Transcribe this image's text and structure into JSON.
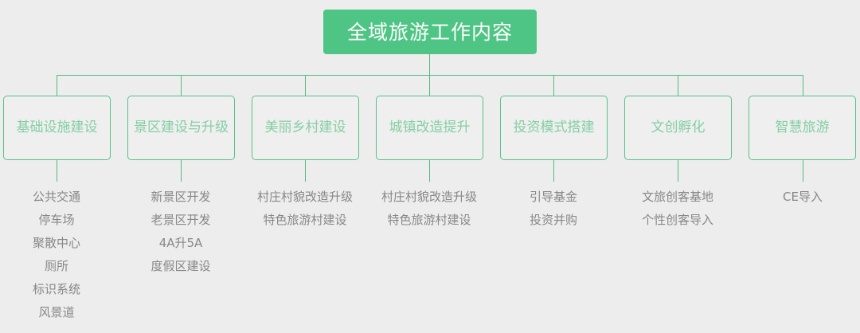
{
  "diagram": {
    "title": "全域旅游工作内容",
    "type": "org-chart",
    "colors": {
      "background": "#ededed",
      "root_fill": "#4ec584",
      "root_text": "#ffffff",
      "node_border": "#56c288",
      "node_fill": "#efefef",
      "node_text": "#84cfa4",
      "connector": "#4fbd80",
      "leaf_text": "#878787"
    },
    "root": {
      "label": "全域旅游工作内容"
    },
    "branches": [
      {
        "label": "基础设施建设",
        "leaves": [
          "公共交通",
          "停车场",
          "聚散中心",
          "厕所",
          "标识系统",
          "风景道"
        ]
      },
      {
        "label": "景区建设与升级",
        "leaves": [
          "新景区开发",
          "老景区开发",
          "4A升5A",
          "度假区建设"
        ]
      },
      {
        "label": "美丽乡村建设",
        "leaves": [
          "村庄村貌改造升级",
          "特色旅游村建设"
        ]
      },
      {
        "label": "城镇改造提升",
        "leaves": [
          "村庄村貌改造升级",
          "特色旅游村建设"
        ]
      },
      {
        "label": "投资模式搭建",
        "leaves": [
          "引导基金",
          "投资并购"
        ]
      },
      {
        "label": "文创孵化",
        "leaves": [
          "文旅创客基地",
          "个性创客导入"
        ]
      },
      {
        "label": "智慧旅游",
        "leaves": [
          "CE导入"
        ]
      }
    ]
  }
}
